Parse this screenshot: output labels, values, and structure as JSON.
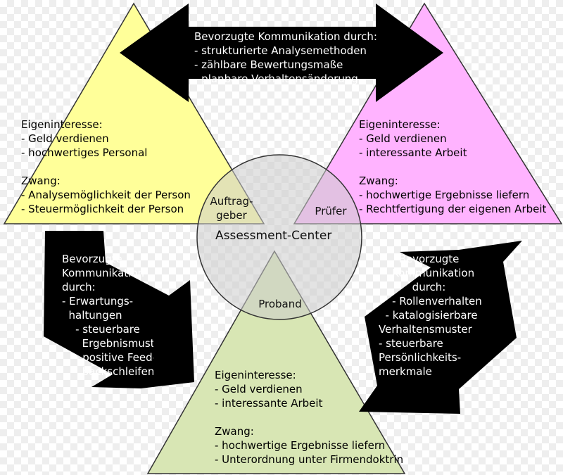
{
  "colors": {
    "auftraggeber": "#ffff99",
    "pruefer": "#ffb3ff",
    "proband": "#d8e6b4",
    "arrow": "#000000",
    "circle": "#cccccc",
    "outline": "#333333"
  },
  "top_arrow": {
    "lines": [
      "Bevorzugte Kommunikation durch:",
      "- strukturierte Analysemethoden",
      "- zählbare Bewertungsmaße",
      "- planbare Verhaltensänderung"
    ]
  },
  "left_arrow": {
    "lines": [
      "Bevorzugte",
      "Kommunikation",
      "durch:",
      "- Erwartungs-",
      "  haltungen",
      "    - steuerbare",
      "      Ergebnismuster",
      "    - positive Feed-",
      "      backschleifen"
    ]
  },
  "right_arrow": {
    "lines": [
      "      Bevorzugte",
      "    Kommunikation",
      "          durch:",
      "    - Rollenverhalten",
      "  - katalogisierbare",
      "Verhaltensmuster",
      "- steuerbare",
      "Persönlichkeits-",
      "merkmale"
    ]
  },
  "auftraggeber": {
    "role": "Auftrag-\ngeber",
    "lines": [
      "Eigeninteresse:",
      "- Geld verdienen",
      "- hochwertiges Personal",
      "",
      "Zwang:",
      "- Analysemöglichkeit der Person",
      "- Steuermöglichkeit der Person"
    ]
  },
  "pruefer": {
    "role": "Prüfer",
    "lines": [
      "Eigeninteresse:",
      "- Geld verdienen",
      "- interessante Arbeit",
      "",
      "Zwang:",
      "- hochwertige Ergebnisse liefern",
      "- Rechtfertigung der eigenen Arbeit"
    ]
  },
  "proband": {
    "role": "Proband",
    "lines": [
      "Eigeninteresse:",
      "- Geld verdienen",
      "- interessante Arbeit",
      "",
      "Zwang:",
      "- hochwertige Ergebnisse liefern",
      "- Unterordnung unter Firmendoktrin"
    ]
  },
  "center": {
    "label": "Assessment-Center"
  }
}
